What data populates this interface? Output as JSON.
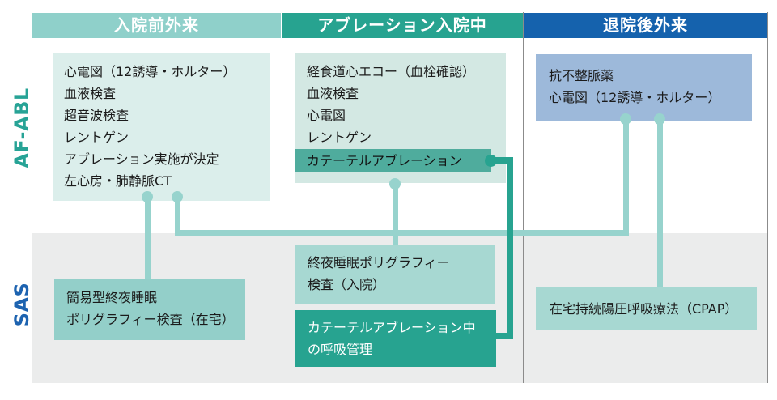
{
  "headers": {
    "pre": "入院前外来",
    "hosp": "アブレーション入院中",
    "post": "退院後外来"
  },
  "row_labels": {
    "af": "AF-ABL",
    "sas": "SAS"
  },
  "boxes": {
    "af_pre": {
      "lines": [
        "心電図（12誘導・ホルター）",
        "血液検査",
        "超音波検査",
        "レントゲン",
        "アブレーション実施が決定",
        "左心房・肺静脈CT"
      ]
    },
    "af_hosp": {
      "lines": [
        "経食道心エコー（血栓確認）",
        "血液検査",
        "心電図",
        "レントゲン"
      ],
      "highlight": "カテーテルアブレーション"
    },
    "af_post": {
      "lines": [
        "抗不整脈薬",
        "心電図（12誘導・ホルター）"
      ]
    },
    "sas_pre": {
      "lines": [
        "簡易型終夜睡眠",
        "ポリグラフィー検査（在宅）"
      ]
    },
    "sas_hosp1": {
      "lines": [
        "終夜睡眠ポリグラフィー",
        "検査（入院）"
      ]
    },
    "sas_hosp2": {
      "lines": [
        "カテーテルアブレーション中",
        "の呼吸管理"
      ]
    },
    "sas_post": {
      "line": "在宅持続陽圧呼吸療法（CPAP）"
    }
  },
  "colors": {
    "header_pre": "#8fd0ca",
    "header_hosp": "#27a390",
    "header_post": "#1562ad",
    "box_light_teal": "#dbeeeb",
    "box_medium_teal": "#a7d8d2",
    "box_dark_teal": "#27a390",
    "box_highlight_teal": "#4fac9d",
    "box_blue": "#9db9da",
    "connector_light": "#97d3cd",
    "connector_dark": "#27a390",
    "label_af": "#27a396",
    "label_sas": "#1d63b0",
    "lane_background": "#ebecec"
  }
}
